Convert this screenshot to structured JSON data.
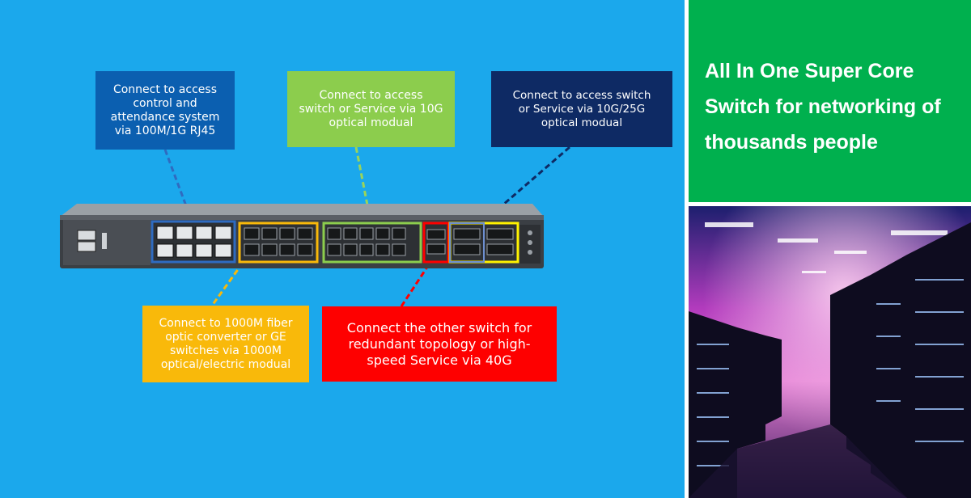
{
  "headline": {
    "title": "All In One Super Core Switch for networking of thousands people"
  },
  "callouts": {
    "rj45": "Connect to access\ncontrol and\nattendance system\nvia 100M/1G RJ45",
    "sfp10g": "Connect to access\nswitch or Service via 10G\noptical modual",
    "sfp25g": "Connect to access switch\nor Service via 10G/25G\noptical modual",
    "ge": "Connect to 1000M fiber\noptic converter or GE\nswitches via 1000M\noptical/electric modual",
    "qsfp40g": "Connect the other switch for\nredundant topology or high-\nspeed Service via 40G"
  },
  "colors": {
    "background": "#1ba8ec",
    "rj45_box": "#0b5fb0",
    "sfp10g_box": "#8ccd4d",
    "sfp25g_box": "#0e2a64",
    "ge_box": "#f9b90a",
    "qsfp40g_box": "#fe0000",
    "title_panel": "#00b04e"
  },
  "icons": [
    "network-switch-illustration",
    "server-room-photo"
  ]
}
